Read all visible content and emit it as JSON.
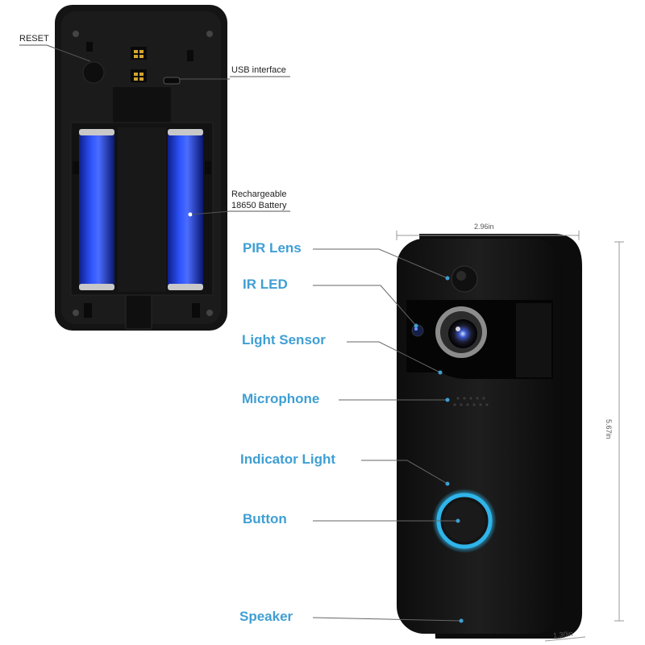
{
  "back_panel": {
    "reset": "RESET",
    "usb": "USB interface",
    "battery_line1": "Rechargeable",
    "battery_line2": "18650 Battery"
  },
  "front_panel": {
    "callouts": [
      {
        "key": "pir",
        "label": "PIR  Lens"
      },
      {
        "key": "irled",
        "label": "IR LED"
      },
      {
        "key": "light",
        "label": "Light Sensor"
      },
      {
        "key": "mic",
        "label": "Microphone"
      },
      {
        "key": "indicator",
        "label": "Indicator Light"
      },
      {
        "key": "button",
        "label": "Button"
      },
      {
        "key": "speaker",
        "label": "Speaker"
      }
    ],
    "dimensions": {
      "width": "2.96in",
      "height": "5.67in",
      "depth": "1.30in"
    }
  },
  "colors": {
    "callout_text": "#3f9fd3",
    "battery_blue": "#1f3fd6",
    "ring_blue": "#2fb5ea",
    "device_black": "#161616"
  }
}
